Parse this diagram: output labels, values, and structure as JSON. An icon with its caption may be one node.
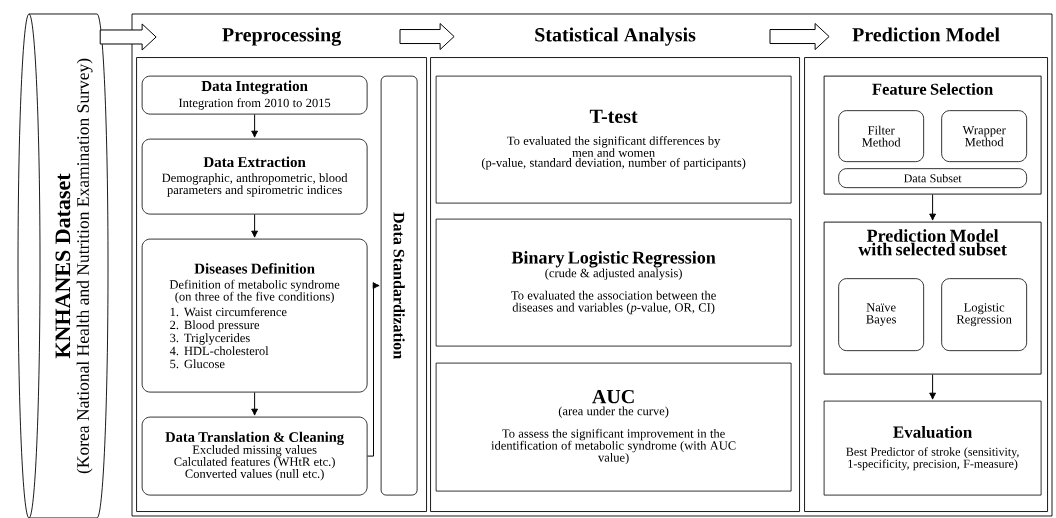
{
  "diagram": {
    "nodes": [
      {
        "text": [
          "KNHANES Dataset",
          "(Korea National Health and Nutrition Examination Survey)"
        ]
      },
      {
        "text": [],
        "shape": "box"
      },
      {
        "text": [
          "Preprocessing"
        ],
        "in": 1
      },
      {
        "text": [
          "Data Integration",
          "Integration from 2010 to 2015"
        ],
        "in": 2
      },
      {
        "text": [
          "Data Extraction",
          "Demographic, anthropometric, blood parameters and spirometric indices"
        ],
        "in": 2
      },
      {
        "text": [
          "Diseases Definition",
          "Definition of metabolic syndrome (on three of the five conditions)",
          "1. Waist circumference",
          "2. Blood pressure",
          "3. Triglycerides",
          "4. HDL-cholesterol",
          "5. Glucose"
        ],
        "in": 2
      },
      {
        "text": [
          "Data Translation & Cleaning",
          "Excluded missing values",
          "Calculated features (WHtR etc.)",
          "Converted values (null etc.)"
        ],
        "in": 2
      },
      {
        "text": [
          "Data Standardization"
        ],
        "in": 2
      },
      {
        "text": [
          "Statistical Analysis"
        ],
        "in": 1
      },
      {
        "text": [
          "T-test",
          "To evaluated the significant differences by men and women",
          "(p-value, standard deviation, number of participants)"
        ],
        "in": 8
      },
      {
        "text": [
          "Binary Logistic Regression",
          "(crude & adjusted analysis)",
          "To evaluated the association between the diseases and variables (*p*-value, OR, CI)"
        ],
        "in": 8
      },
      {
        "text": [
          "AUC",
          "(area under the curve)",
          "To assess the significant improvement in the identification of metabolic syndrome (with AUC value)"
        ],
        "in": 8
      },
      {
        "text": [
          "Prediction Model"
        ],
        "in": 1
      },
      {
        "text": [
          "Feature Selection"
        ],
        "in": 12
      },
      {
        "text": [
          "Filter Method"
        ],
        "in": 13
      },
      {
        "text": [
          "Wrapper Method"
        ],
        "in": 13
      },
      {
        "text": [
          "Data Subset"
        ],
        "in": 13
      },
      {
        "text": [
          "Prediction Model with selected subset"
        ],
        "in": 12
      },
      {
        "text": [
          "Naïve Bayes"
        ],
        "in": 17
      },
      {
        "text": [
          "Logistic Regression"
        ],
        "in": 17
      },
      {
        "text": [
          "Evaluation",
          "Best Predictor of stroke (sensitivity, 1-specificity, precision, F-measure)"
        ],
        "in": 12
      }
    ],
    "edges": [
      {
        "from": 0,
        "to": 2,
        "arrow": "to",
        "style": "thick"
      },
      {
        "from": 2,
        "to": 8,
        "arrow": "to",
        "style": "thick"
      },
      {
        "from": 8,
        "to": 12,
        "arrow": "to",
        "style": "thick"
      },
      {
        "from": 3,
        "to": 4,
        "arrow": "to"
      },
      {
        "from": 4,
        "to": 5,
        "arrow": "to"
      },
      {
        "from": 5,
        "to": 6,
        "arrow": "to"
      },
      {
        "from": 6,
        "to": 7,
        "arrow": "to"
      },
      {
        "from": 13,
        "to": 17,
        "arrow": "to"
      },
      {
        "from": 17,
        "to": 20,
        "arrow": "to"
      }
    ]
  }
}
